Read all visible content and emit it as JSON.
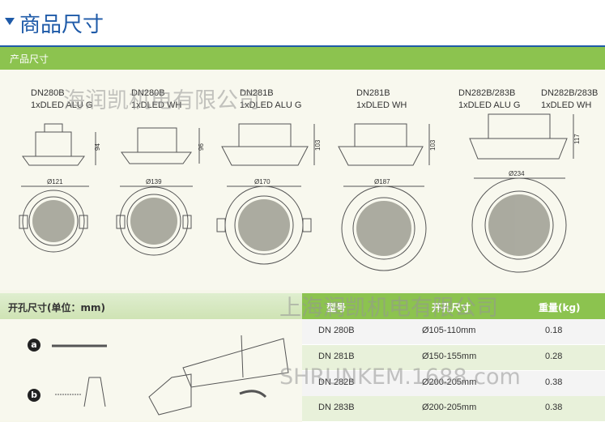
{
  "header": {
    "title": "商品尺寸"
  },
  "section1": {
    "title": "产品尺寸"
  },
  "products": [
    {
      "model": "DN280B",
      "desc": "1xDLED ALU G",
      "height": "94",
      "diameter": "Ø121"
    },
    {
      "model": "DN280B",
      "desc": "1xDLED WH",
      "height": "96",
      "diameter": "Ø139"
    },
    {
      "model": "DN281B",
      "desc": "1xDLED ALU G",
      "height": "103",
      "diameter": "Ø170"
    },
    {
      "model": "DN281B",
      "desc": "1xDLED WH",
      "height": "103",
      "diameter": "Ø187"
    },
    {
      "model": "DN282B/283B",
      "desc": "1xDLED ALU G",
      "height": "117",
      "diameter": "Ø234"
    },
    {
      "model": "DN282B/283B",
      "desc": "1xDLED WH",
      "height": "",
      "diameter": ""
    }
  ],
  "section2": {
    "title": "开孔尺寸(单位：mm)",
    "step_a": "a",
    "step_b": "b"
  },
  "table": {
    "headers": [
      "型号",
      "开孔尺寸",
      "重量(kg)"
    ],
    "rows": [
      [
        "DN 280B",
        "Ø105-110mm",
        "0.18"
      ],
      [
        "DN 281B",
        "Ø150-155mm",
        "0.28"
      ],
      [
        "DN 282B",
        "Ø200-205mm",
        "0.38"
      ],
      [
        "DN 283B",
        "Ø200-205mm",
        "0.38"
      ]
    ]
  },
  "watermarks": [
    "海润凯机电有限公司",
    "上海润凯机电有限公司",
    "SHRUNKEM.1688.com"
  ],
  "colors": {
    "brand_blue": "#1e5aa8",
    "green": "#8cc34f"
  }
}
